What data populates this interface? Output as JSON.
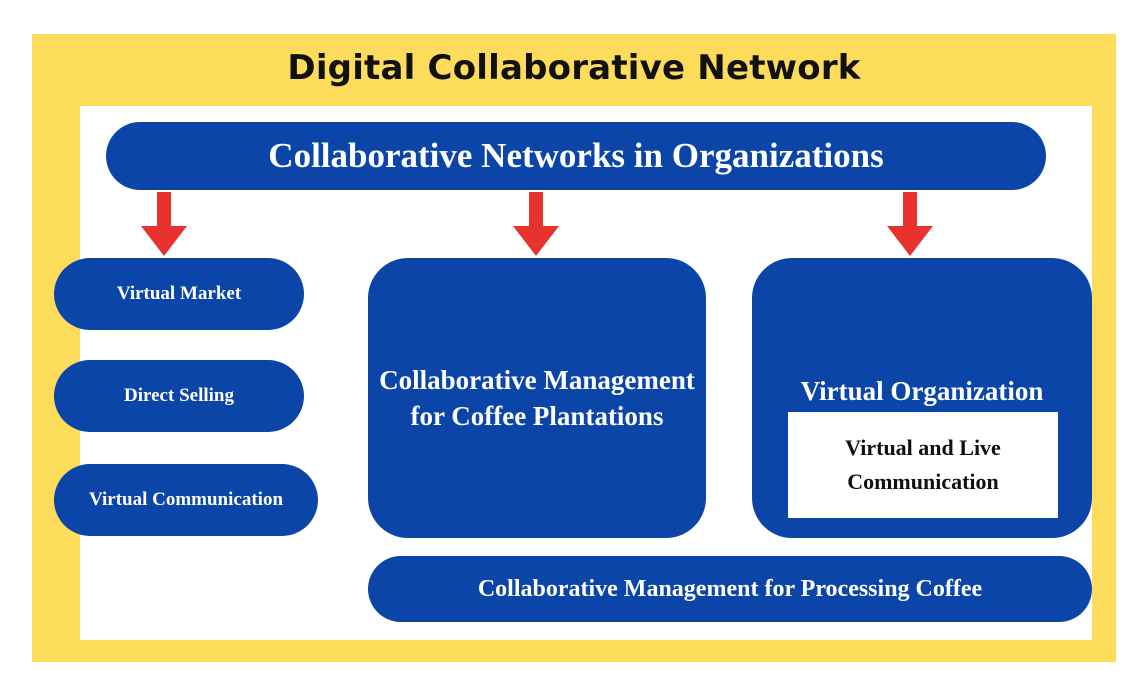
{
  "title": "Digital Collaborative Network",
  "top": "Collaborative Networks in Organizations",
  "left_items": [
    "Virtual Market",
    "Direct Selling",
    "Virtual Communication"
  ],
  "center": {
    "line1": "Collaborative Management",
    "line2": "for Coffee Plantations"
  },
  "right": {
    "label": "Virtual Organization",
    "inner_line1": "Virtual and Live",
    "inner_line2": "Communication"
  },
  "bottom": "Collaborative Management for Processing Coffee",
  "colors": {
    "frame": "#fddc5c",
    "box": "#0b45a8",
    "arrow": "#e8322e",
    "text_on_box": "#ffffff"
  }
}
